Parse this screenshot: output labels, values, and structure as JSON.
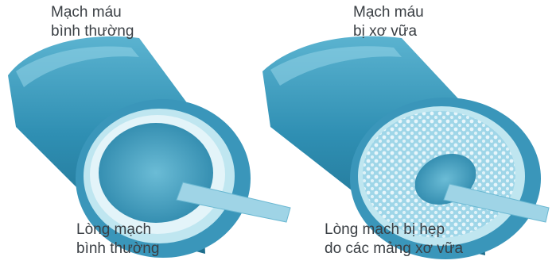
{
  "labels": {
    "normal_vessel_title": [
      "Mạch máu",
      "bình thường"
    ],
    "diseased_vessel_title": [
      "Mạch máu",
      "bị xơ vữa"
    ],
    "normal_lumen": [
      "Lòng mạch",
      "bình thường"
    ],
    "narrowed_lumen": [
      "Lòng mạch bị hẹp",
      "do các mảng xơ vữa"
    ]
  },
  "colors": {
    "vessel_blue": "#2f8fb3",
    "vessel_dark": "#1e6d8c",
    "vessel_light": "#7cc6de",
    "wall_inner": "#bfe6f0",
    "lumen": "#3a9cbf",
    "plaque": "#e8f6fb",
    "pointer": "#9fd4e6"
  }
}
